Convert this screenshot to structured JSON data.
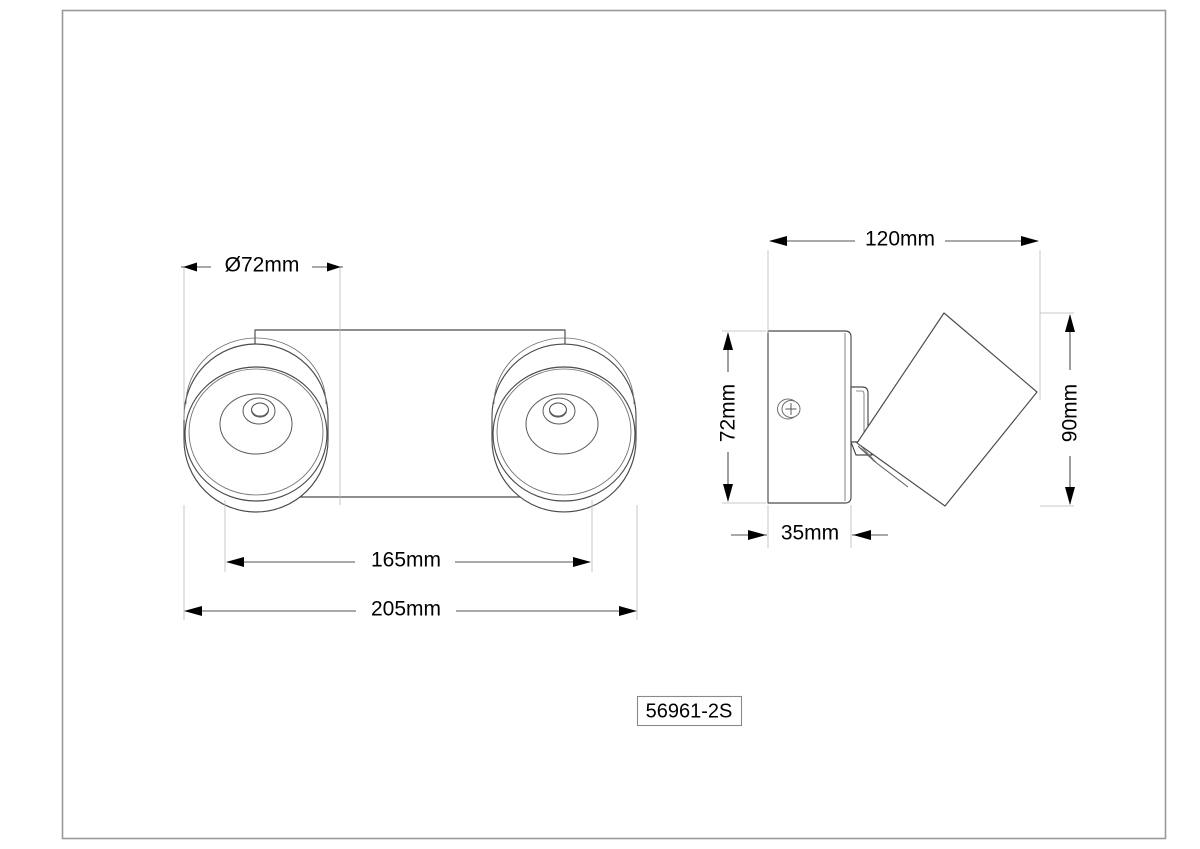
{
  "drawing": {
    "title": "56961-2S",
    "part_label": "56961-2S",
    "background_color": "#ffffff",
    "line_color": "#4a4a4a",
    "dimension_color": "#000000",
    "frame_color": "#9a9a9a"
  },
  "front_view": {
    "name": "front-view",
    "dimensions": {
      "diameter": "Ø72mm",
      "spacing": "165mm",
      "overall_width": "205mm"
    }
  },
  "side_view": {
    "name": "side-view",
    "dimensions": {
      "projection": "120mm",
      "height": "72mm",
      "head_height": "90mm",
      "plate_depth": "35mm"
    }
  },
  "label": {
    "text": "56961-2S"
  }
}
